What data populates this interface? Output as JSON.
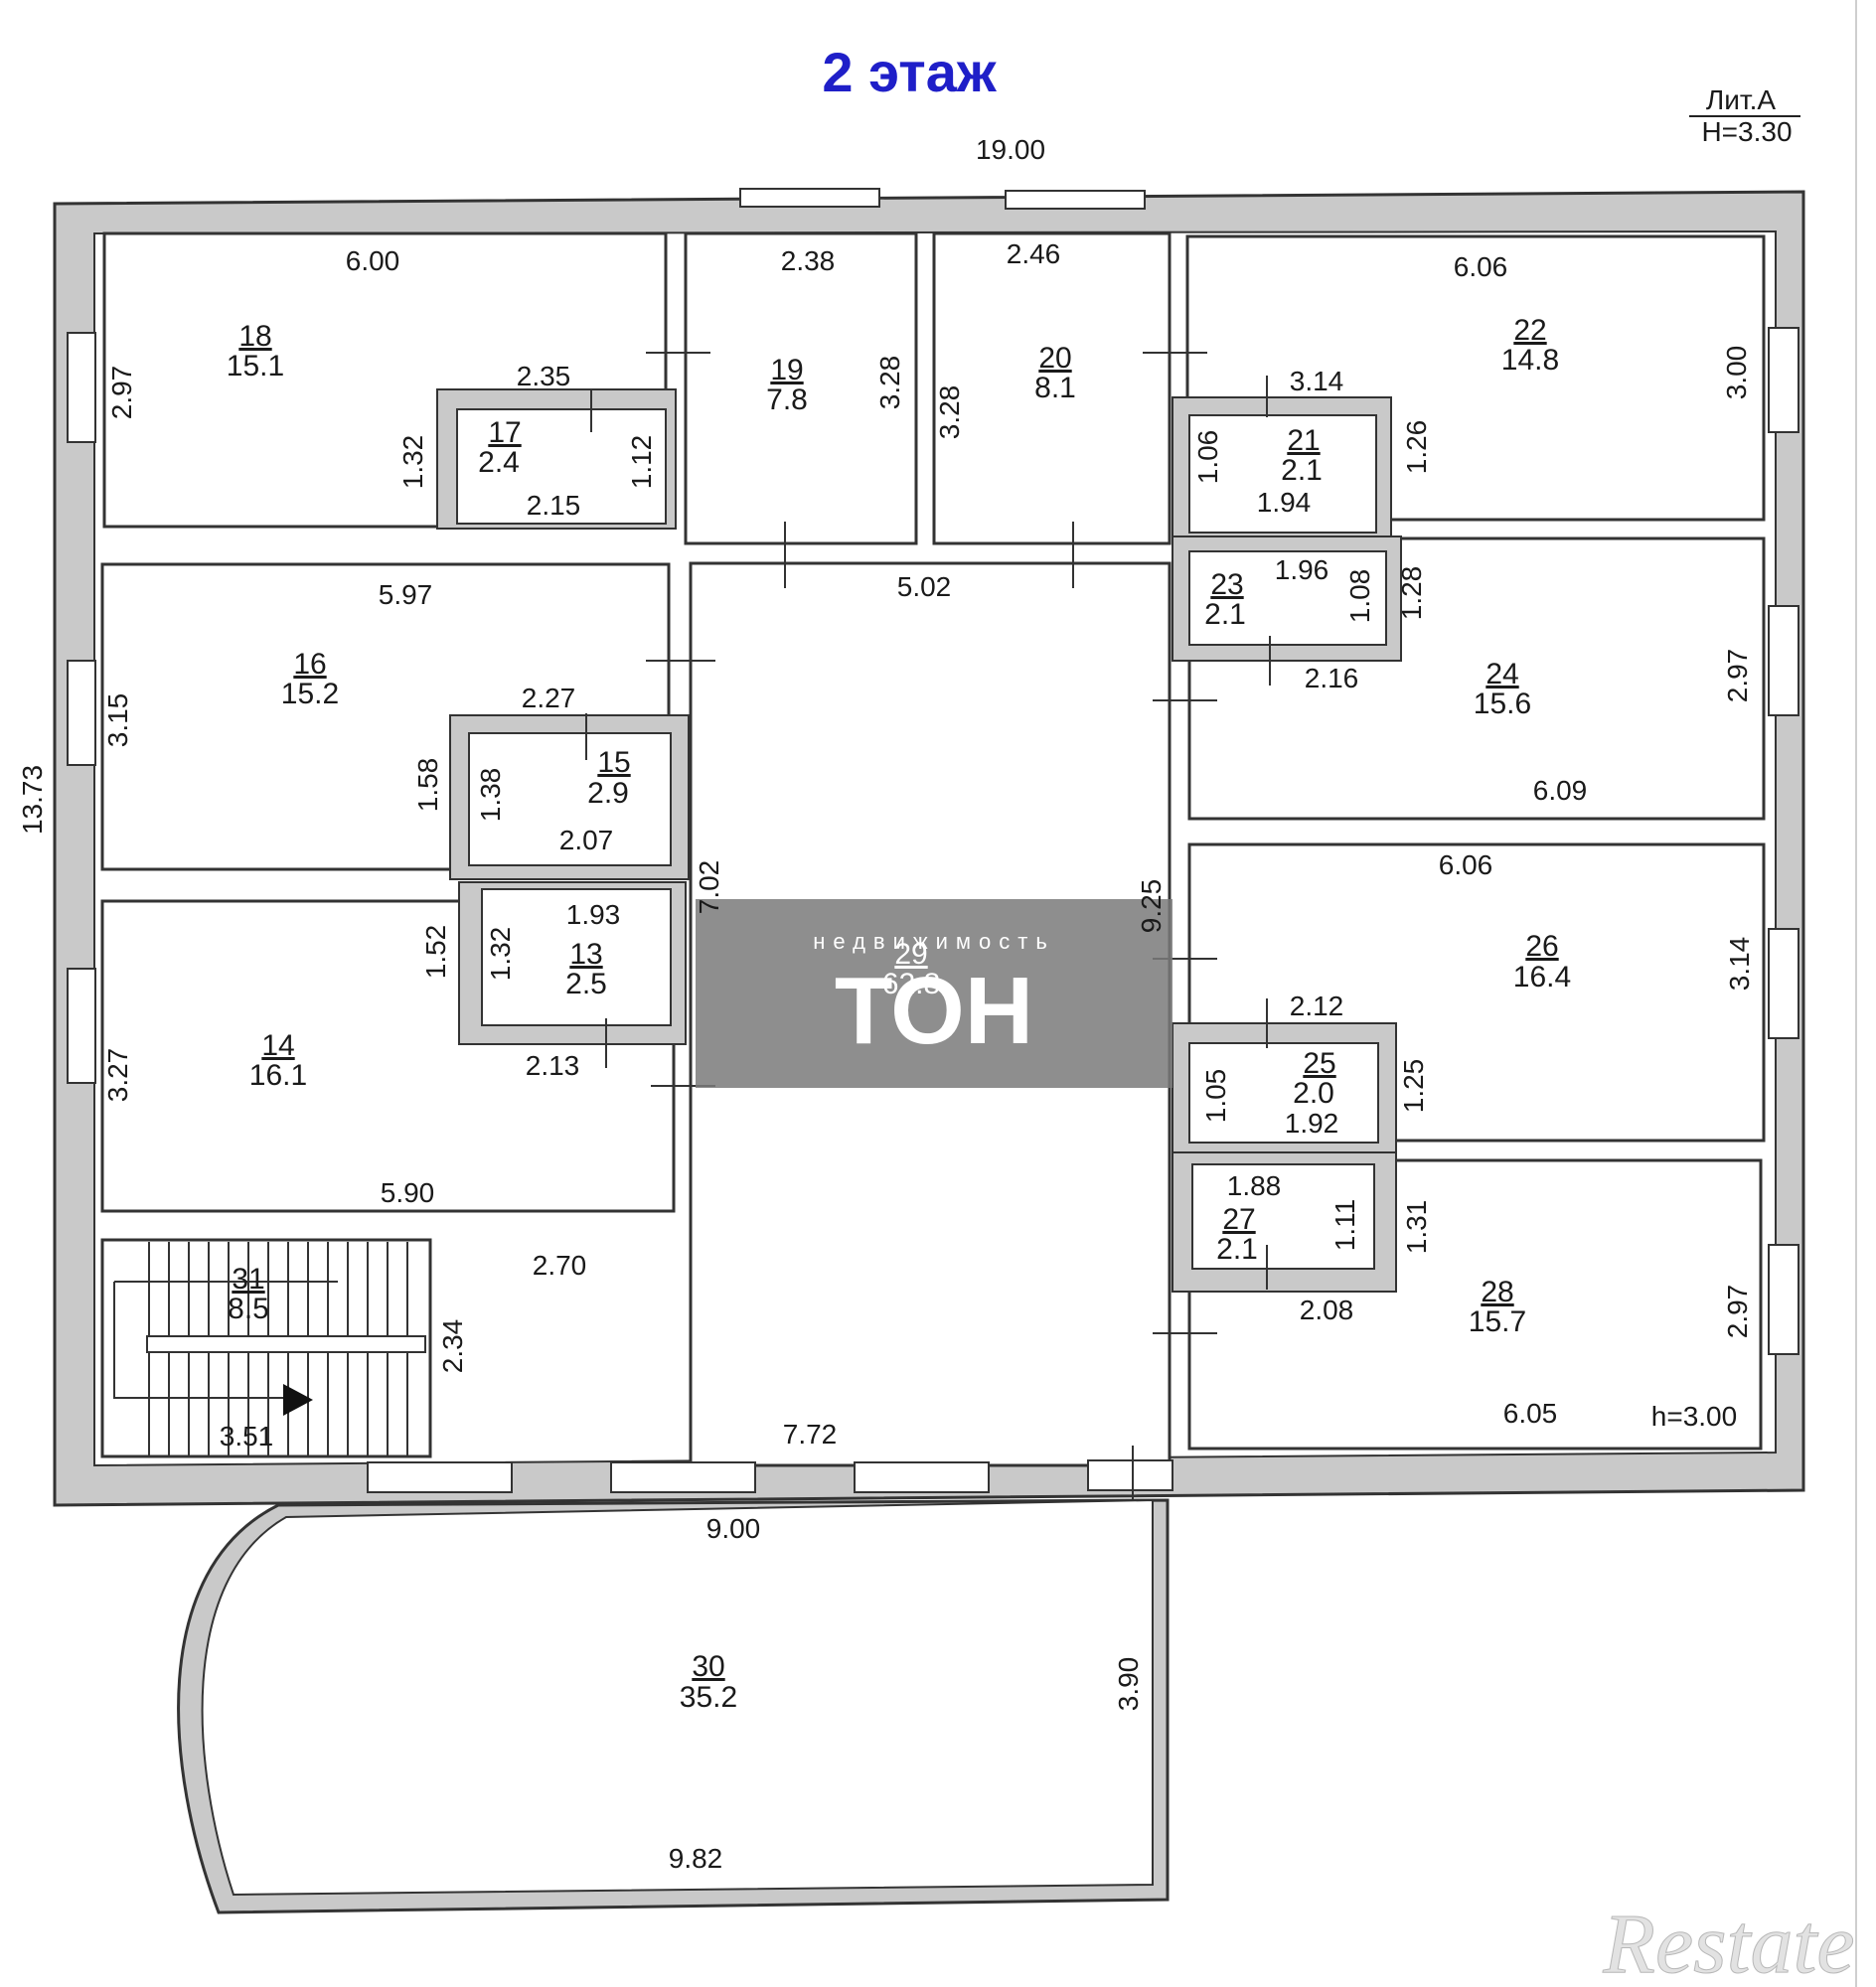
{
  "title": "2 этаж",
  "header": {
    "lit": "Лит.А",
    "height": "H=3.30"
  },
  "dims": {
    "overall_width": "19.00",
    "overall_depth": "13.73",
    "r18_top": "6.00",
    "r18_left": "2.97",
    "r17_top": "2.35",
    "r17_left": "1.32",
    "r17_right": "1.12",
    "r17_bottom": "2.15",
    "r19_top": "2.38",
    "r19_right": "3.28",
    "r20_top": "2.46",
    "r20_left": "3.28",
    "r22_top": "6.06",
    "r22_right": "3.00",
    "r21_top": "3.14",
    "r21_left": "1.06",
    "r21_right": "1.26",
    "r21_bottom": "1.94",
    "corridor_top": "5.02",
    "r16_top": "5.97",
    "r16_left": "3.15",
    "r15_top": "2.27",
    "r15_outer": "1.58",
    "r15_left": "1.38",
    "r15_bottom": "2.07",
    "r23_top": "1.96",
    "r23_right": "1.08",
    "r24_left": "1.28",
    "r23_bottom": "2.16",
    "r24_right": "2.97",
    "r24_bottom": "6.09",
    "corridor_left": "7.02",
    "corridor_right": "9.25",
    "r26_top": "6.06",
    "r26_right": "3.14",
    "r13_top": "1.93",
    "r13_left": "1.32",
    "r13_outer": "1.52",
    "r13_bottom": "2.13",
    "r14_left": "3.27",
    "r14_bottom": "5.90",
    "r25_top": "2.12",
    "r25_left": "1.05",
    "r25_right": "1.25",
    "r25_bottom": "1.92",
    "r27_top": "1.88",
    "r27_right": "1.11",
    "r28_left": "1.31",
    "r27_bottom": "2.08",
    "r28_right": "2.97",
    "r28_bottom": "6.05",
    "r28_height": "h=3.00",
    "r31_right": "2.70",
    "r31_height": "2.34",
    "r31_bottom": "3.51",
    "hall_bottom": "7.72",
    "terrace_top": "9.00",
    "terrace_right": "3.90",
    "terrace_bottom": "9.82"
  },
  "rooms": [
    {
      "id": "r18",
      "num": "18",
      "area": "15.1"
    },
    {
      "id": "r17",
      "num": "17",
      "area": "2.4"
    },
    {
      "id": "r19",
      "num": "19",
      "area": "7.8"
    },
    {
      "id": "r20",
      "num": "20",
      "area": "8.1"
    },
    {
      "id": "r22",
      "num": "22",
      "area": "14.8"
    },
    {
      "id": "r21",
      "num": "21",
      "area": "2.1"
    },
    {
      "id": "r16",
      "num": "16",
      "area": "15.2"
    },
    {
      "id": "r15",
      "num": "15",
      "area": "2.9"
    },
    {
      "id": "r23",
      "num": "23",
      "area": "2.1"
    },
    {
      "id": "r24",
      "num": "24",
      "area": "15.6"
    },
    {
      "id": "r29",
      "num": "29",
      "area": "62.8"
    },
    {
      "id": "r26",
      "num": "26",
      "area": "16.4"
    },
    {
      "id": "r13",
      "num": "13",
      "area": "2.5"
    },
    {
      "id": "r14",
      "num": "14",
      "area": "16.1"
    },
    {
      "id": "r25",
      "num": "25",
      "area": "2.0"
    },
    {
      "id": "r27",
      "num": "27",
      "area": "2.1"
    },
    {
      "id": "r28",
      "num": "28",
      "area": "15.7"
    },
    {
      "id": "r31",
      "num": "31",
      "area": "8.5"
    },
    {
      "id": "r30",
      "num": "30",
      "area": "35.2"
    }
  ],
  "watermark": {
    "top": "недвижимость",
    "main": "ТОН"
  },
  "brand": "Restate",
  "colors": {
    "wall": "#c9c9c9",
    "wall_stroke": "#333333",
    "title": "#1f1fc8",
    "watermark_bg": "#7a7a7a"
  }
}
